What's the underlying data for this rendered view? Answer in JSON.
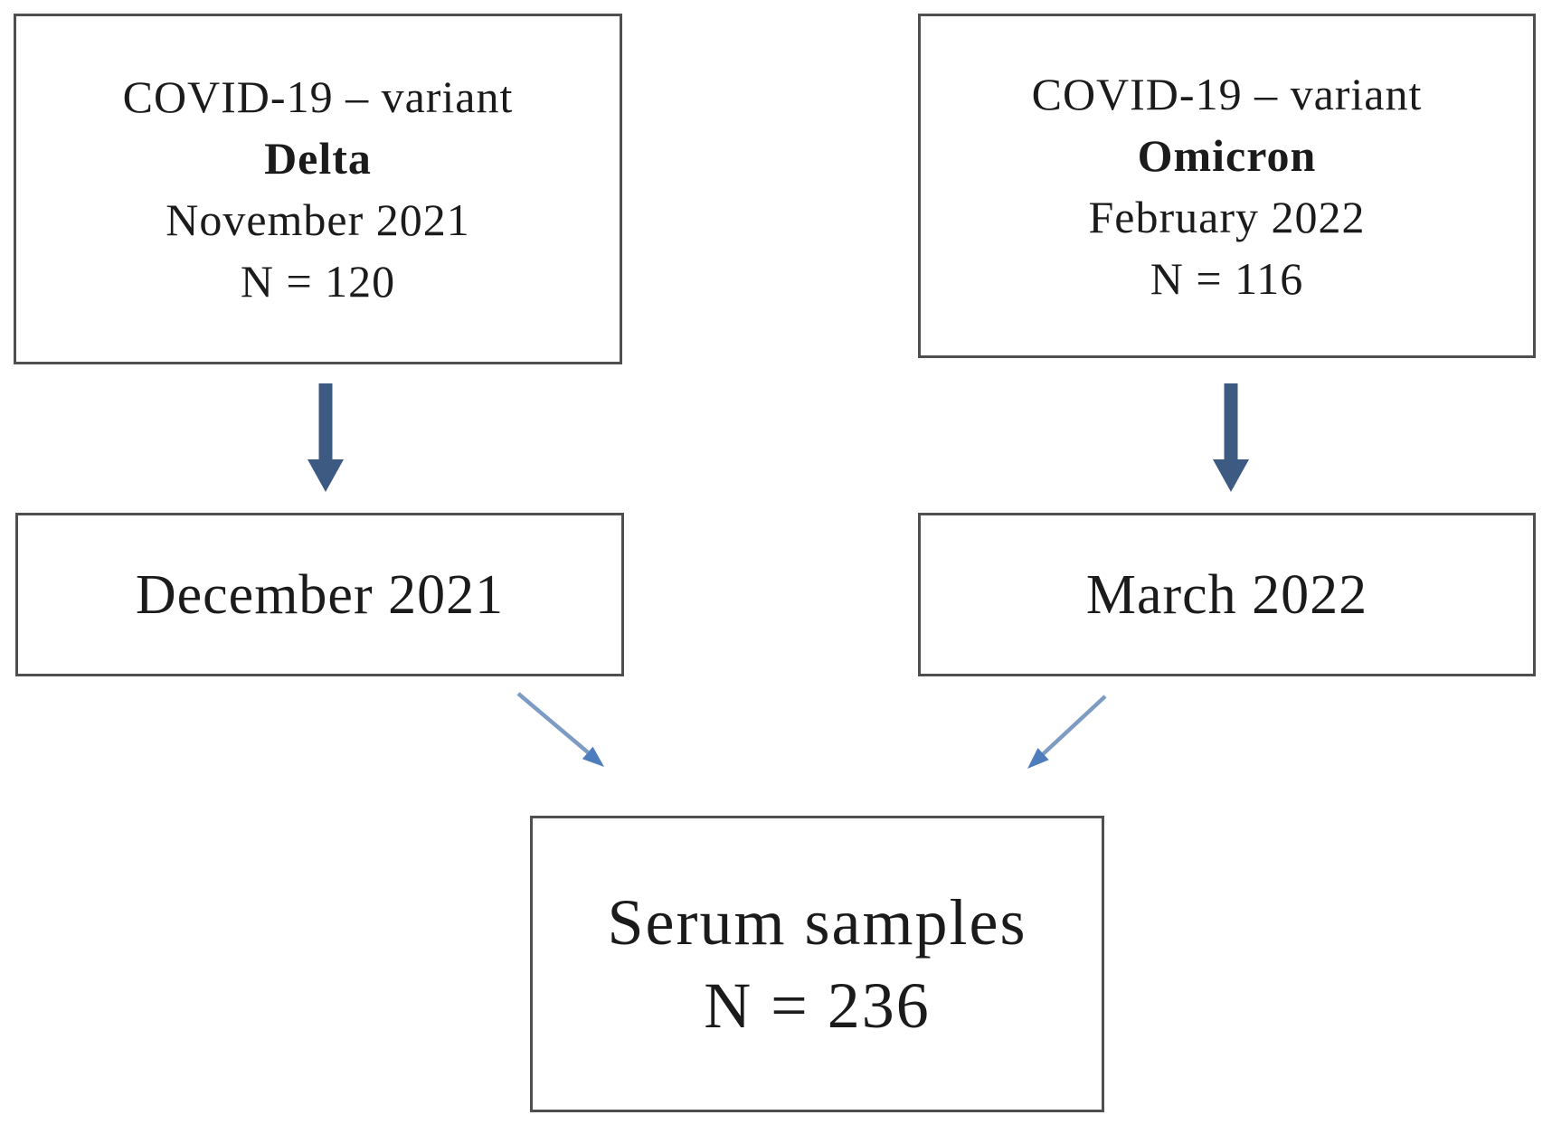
{
  "colors": {
    "background": "#ffffff",
    "border": "#4f4f4f",
    "text": "#1b1b1b",
    "thick_arrow": "#3c5a82",
    "thin_arrow_shaft": "#7e9bc4",
    "thin_arrow_head": "#4e7dbd"
  },
  "boxes": {
    "delta": {
      "line1": "COVID-19 – variant",
      "line2": "Delta",
      "line3": "November 2021",
      "line4": "N = 120"
    },
    "omicron": {
      "line1": "COVID-19 – variant",
      "line2": "Omicron",
      "line3": "February 2022",
      "line4": "N = 116"
    },
    "december": {
      "label": "December 2021"
    },
    "march": {
      "label": "March 2022"
    },
    "serum": {
      "line1": "Serum samples",
      "line2": "N = 236"
    }
  },
  "arrows": {
    "delta_down": "thick-down-arrow",
    "omicron_down": "thick-down-arrow",
    "december_to_serum": "thin-diagonal-arrow",
    "march_to_serum": "thin-diagonal-arrow"
  }
}
